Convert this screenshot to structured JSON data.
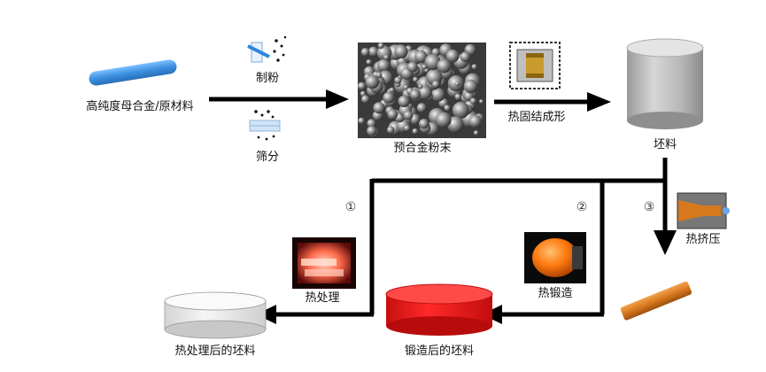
{
  "labels": {
    "raw_material": "高纯度母合金/原材料",
    "powder_making": "制粉",
    "sieving": "筛分",
    "prealloy_powder": "预合金粉末",
    "hot_consolidation": "热固结成形",
    "billet": "坯料",
    "hot_extrusion": "热挤压",
    "hot_forging": "热锻造",
    "heat_treatment": "热处理",
    "forged_billet": "锻造后的坯料",
    "heat_treated_billet": "热处理后的坯料"
  },
  "routes": {
    "route_1": "①",
    "route_2": "②",
    "route_3": "③"
  },
  "colors": {
    "rod_blue": "#3b8fe0",
    "forged_red": "#ee1c1c",
    "extruded_orange": "#d8781f",
    "flow_line": "#000000"
  }
}
